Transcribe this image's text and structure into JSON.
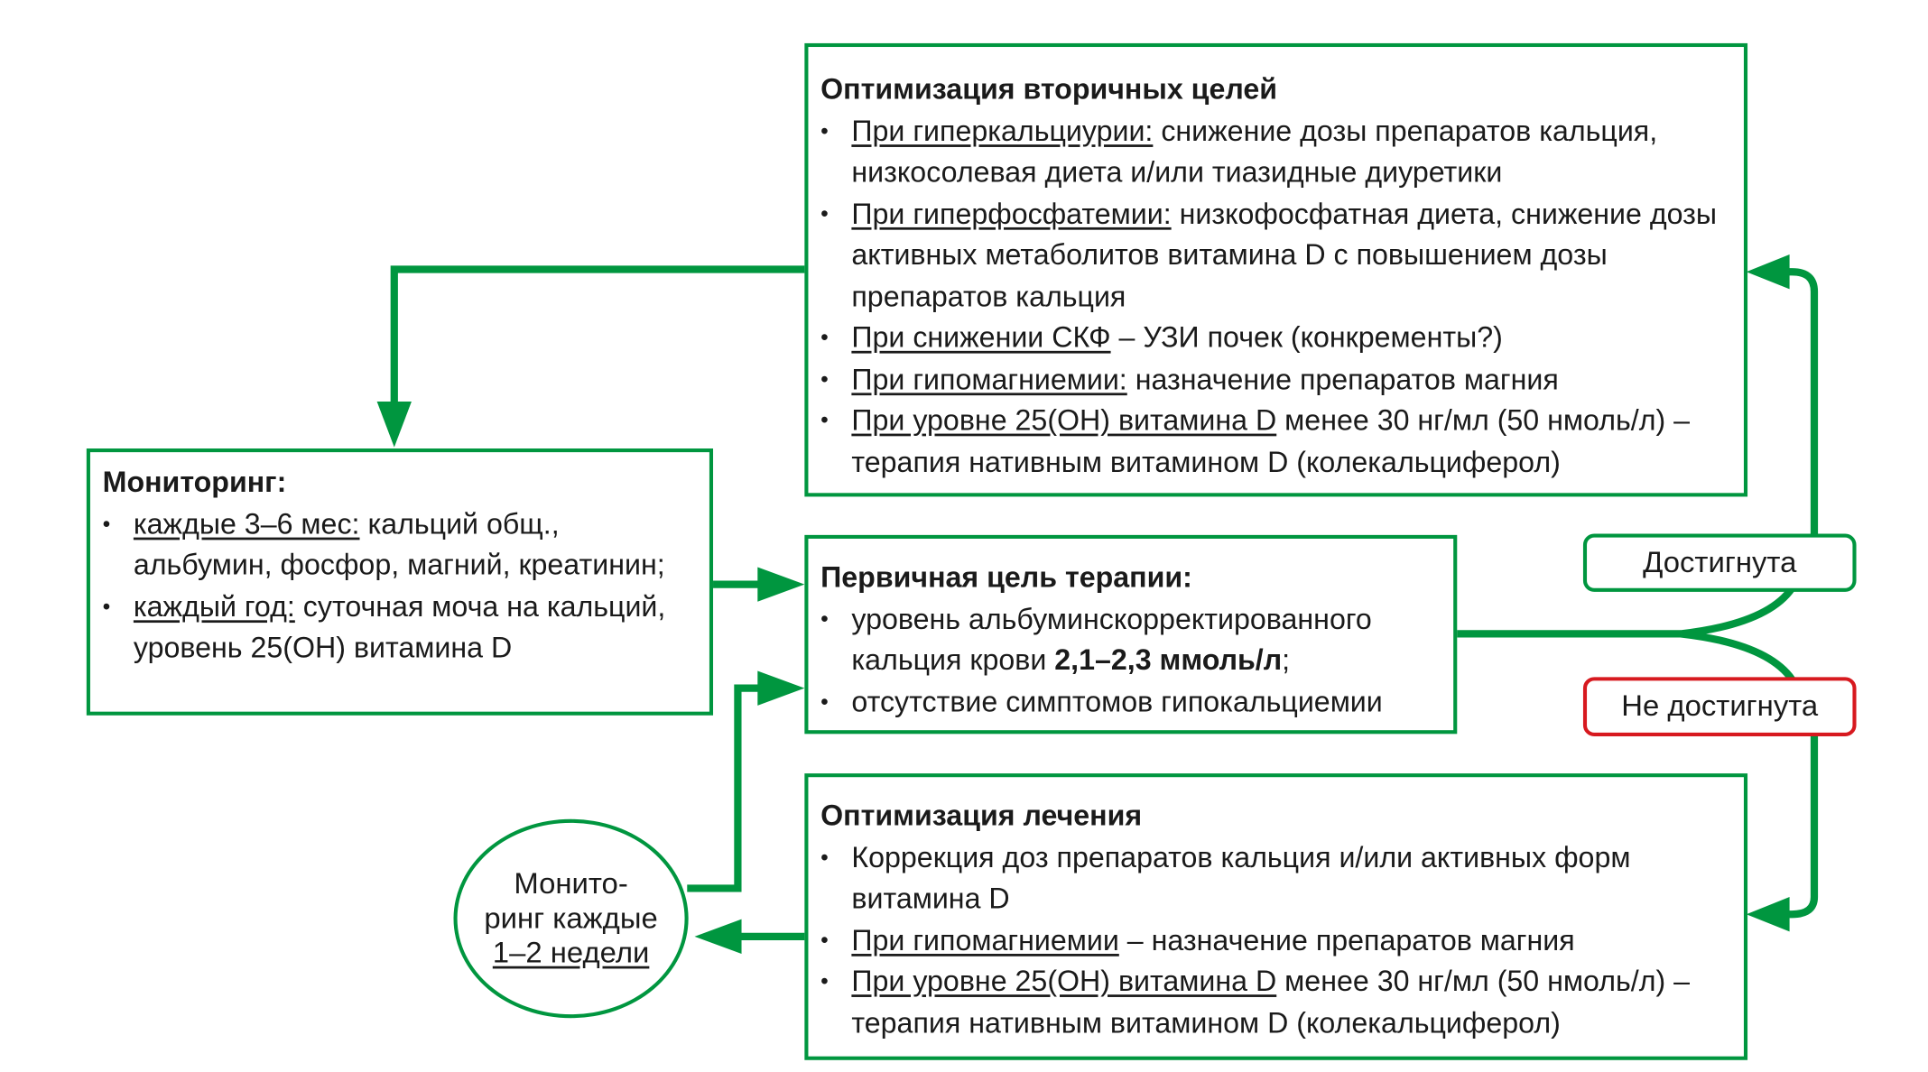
{
  "secondary": {
    "title": "Оптимизация вторичных целей",
    "items": [
      {
        "u": "При гиперкальциурии:",
        "t": " снижение дозы препаратов каль­ция, низкосолевая диета и/или тиазидные диуретики"
      },
      {
        "u": "При гиперфосфатемии:",
        "t": " низкофосфатная диета, снижение дозы активных метаболитов витамина D с повышением дозы препаратов кальция"
      },
      {
        "u": "При снижении СКФ",
        "t": " – УЗИ почек (конкременты?)"
      },
      {
        "u": "При гипомагниемии:",
        "t": " назначение препаратов магния"
      },
      {
        "u": "При уровне 25(OH) витамина D",
        "t": " менее 30 нг/мл (50 нмоль/л) – терапия нативным витамином D (колекальциферол)"
      }
    ]
  },
  "monitoring": {
    "title": "Мониторинг:",
    "items": [
      {
        "u": "каждые 3–6 мес:",
        "t": " кальций общ., альбумин, фосфор, магний, креа­тинин;"
      },
      {
        "u": "каждый год:",
        "t": " суточная моча на каль­ций, уровень 25(OH) витамина D"
      }
    ]
  },
  "primary": {
    "title": "Первичная цель терапии:",
    "item1_pre": "уровень альбуминскорректированно­го кальция крови ",
    "item1_bold": "2,1–2,3 ммоль/л",
    "item1_post": ";",
    "item2": "отсутствие симптомов гипокальциемии"
  },
  "treatment": {
    "title": "Оптимизация лечения",
    "item1": "Коррекция доз препаратов кальция и/или активных форм витамина D",
    "items": [
      {
        "u": "При гипомагниемии",
        "t": " – назначение препаратов магния"
      },
      {
        "u": "При уровне 25(OH) витамина D",
        "t": " менее 30 нг/мл (50 нмоль/л) – терапия нативным витамином D (колекальциферол)"
      }
    ]
  },
  "labels": {
    "achieved": "Достигнута",
    "not_achieved": "Не достигнута"
  },
  "ellipse": {
    "line1": "Монито-",
    "line2": "ринг каждые",
    "line3": "1–2 недели"
  },
  "colors": {
    "green": "#00963f",
    "red": "#d7191f"
  }
}
